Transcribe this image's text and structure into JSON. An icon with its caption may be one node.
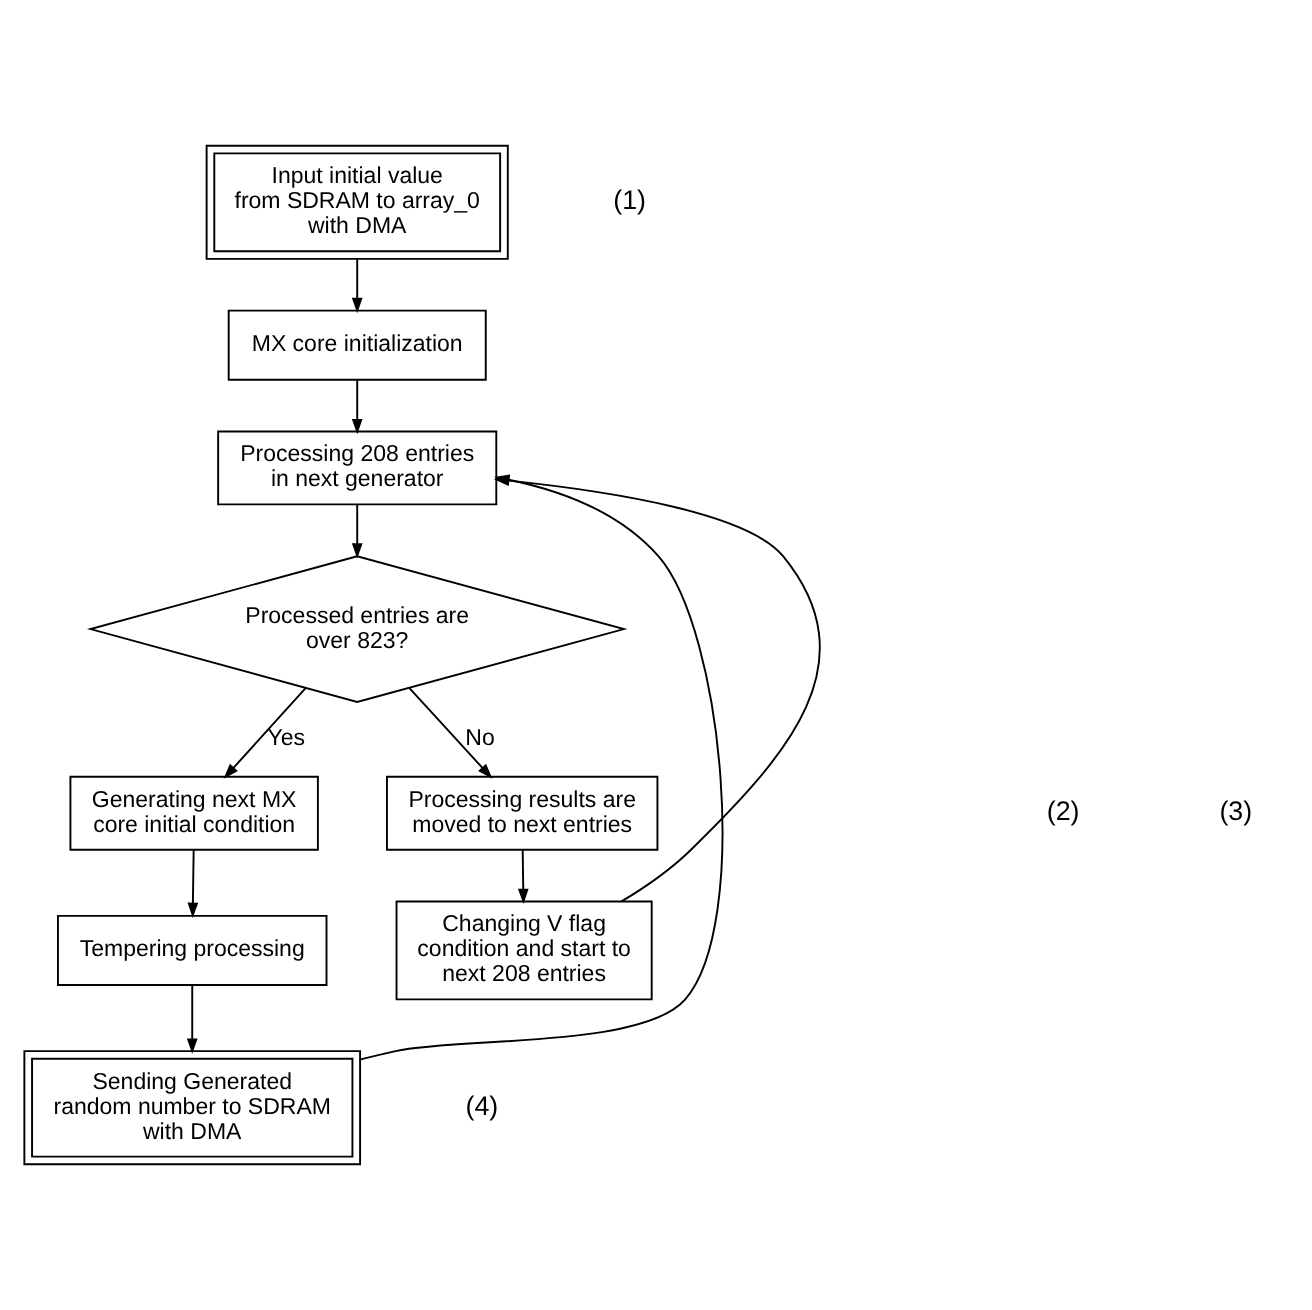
{
  "diagram": {
    "nodes": [
      {
        "text": [
          "Input initial value from SDRAM to array_0 with DMA"
        ]
      },
      {
        "text": [
          "MX core initialization"
        ]
      },
      {
        "text": [
          "Processing 208 entries in next generator"
        ]
      },
      {
        "text": [
          "Processed entries are over 823?"
        ]
      },
      {
        "text": [
          "Generating next MX core initial condition"
        ]
      },
      {
        "text": [
          "Tempering processing"
        ]
      },
      {
        "text": [
          "Sending Generated random number to SDRAM with DMA"
        ]
      },
      {
        "text": [
          "Processing results are moved to next entries"
        ]
      },
      {
        "text": [
          "Changing V flag condition and start to next 208 entries"
        ]
      }
    ],
    "edges": [
      {
        "from": 0,
        "to": 1,
        "arrow": "to"
      },
      {
        "from": 1,
        "to": 2,
        "arrow": "to"
      },
      {
        "from": 2,
        "to": 3,
        "arrow": "to"
      },
      {
        "from": 3,
        "to": 4,
        "arrow": "to",
        "label": "Yes"
      },
      {
        "from": 4,
        "to": 5,
        "arrow": "to"
      },
      {
        "from": 5,
        "to": 6,
        "arrow": "to"
      },
      {
        "from": 6,
        "to": 2,
        "arrow": "to"
      },
      {
        "from": 3,
        "to": 7,
        "arrow": "to",
        "label": "No"
      },
      {
        "from": 7,
        "to": 8,
        "arrow": "to"
      },
      {
        "from": 8,
        "to": 2,
        "arrow": "to"
      }
    ],
    "labels": [
      "(1)",
      "(2)",
      "(3)",
      "(4)"
    ]
  }
}
